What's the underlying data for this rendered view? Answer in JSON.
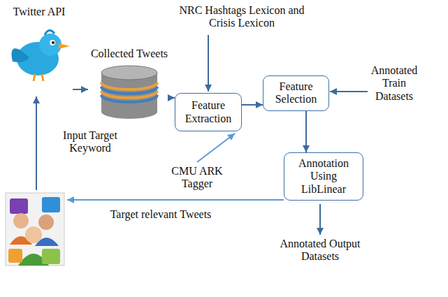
{
  "diagram": {
    "nodes": [
      {
        "text": [
          "Twitter API"
        ]
      },
      {
        "text": [
          "Collected Tweets"
        ]
      },
      {
        "text": [
          "Feature Extraction"
        ]
      },
      {
        "text": [
          "Feature Selection"
        ]
      },
      {
        "text": [
          "Annotation Using LibLinear"
        ]
      }
    ],
    "edges": [
      {
        "from": 0,
        "to": 1,
        "arrow": "to"
      },
      {
        "from": 1,
        "to": 2,
        "arrow": "to"
      },
      {
        "from": 2,
        "to": 3,
        "arrow": "to"
      },
      {
        "from": 3,
        "to": 4,
        "arrow": "to"
      }
    ],
    "labels": [
      "NRC Hashtags Lexicon and Crisis Lexicon",
      "Input Target Keyword",
      "CMU ARK Tagger",
      "Annotated Train Datasets",
      "Target relevant Tweets",
      "Annotated Output Datasets"
    ]
  }
}
